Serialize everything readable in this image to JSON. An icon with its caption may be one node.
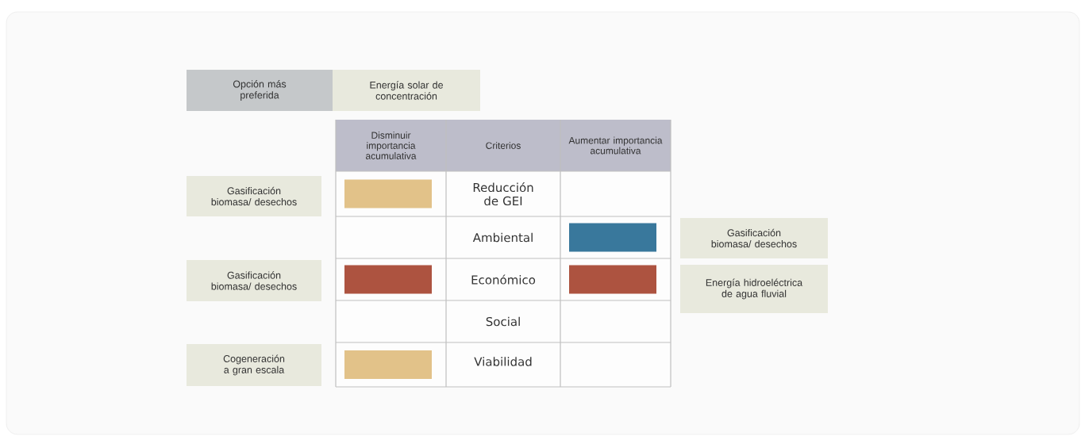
{
  "diagram": {
    "nodes": [
      {
        "text": [
          "Opción más preferida"
        ]
      },
      {
        "text": [
          "Energía solar de concentración"
        ]
      },
      {
        "text": [
          "Gasificación biomasa/ desechos"
        ]
      },
      {
        "text": [
          "Gasificación biomasa/ desechos"
        ]
      },
      {
        "text": [
          "Cogeneración a gran escala"
        ]
      },
      {
        "text": [
          "Gasificación biomasa/ desechos"
        ]
      },
      {
        "text": [
          "Energía hidroeléctrica de agua fluvial"
        ]
      },
      {
        "text": [],
        "shape": "bar"
      },
      {
        "text": [],
        "shape": "bar"
      },
      {
        "text": [],
        "shape": "bar"
      },
      {
        "text": [],
        "shape": "bar"
      },
      {
        "text": [],
        "shape": "bar"
      }
    ],
    "labels": [
      "Disminuir importancia acumulativa",
      "Criterios",
      "Aumentar importancia acumulativa",
      "Reducción de GEI",
      "Ambiental",
      "Económico",
      "Social",
      "Viabilidad"
    ]
  }
}
